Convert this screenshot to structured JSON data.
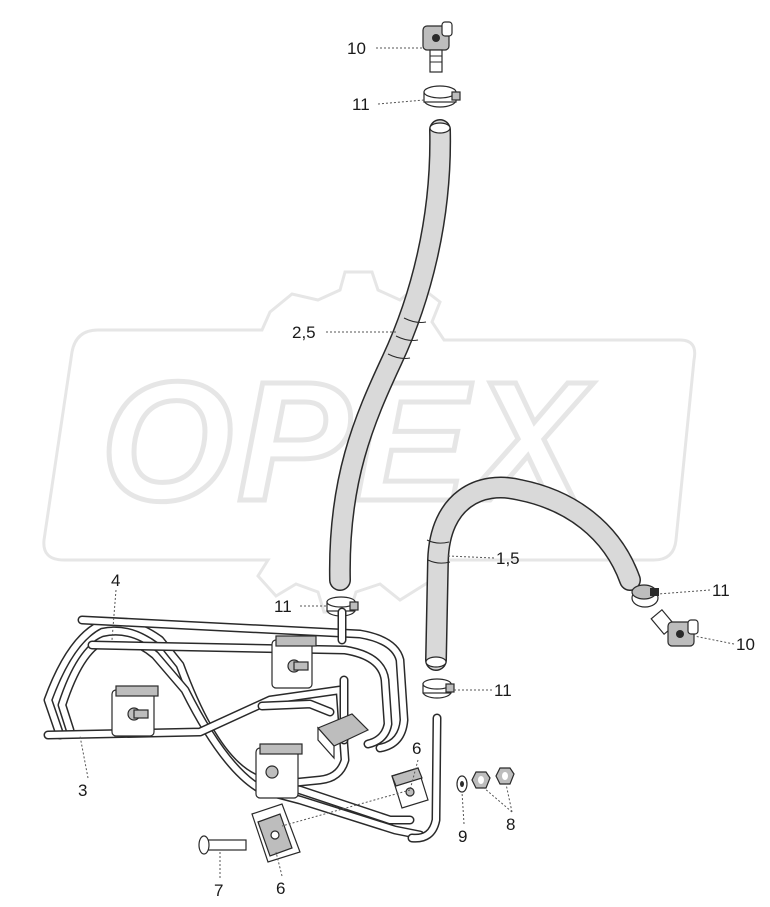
{
  "watermark": {
    "text": "OPEX",
    "color": "#e6e6e6"
  },
  "colors": {
    "line": "#2a2a2a",
    "hose_fill": "#d9d9d9",
    "metal_fill": "#bdbdbd",
    "background": "#ffffff"
  },
  "callouts": [
    {
      "id": "fitting-top",
      "label": "10"
    },
    {
      "id": "clamp-top",
      "label": "11"
    },
    {
      "id": "hose-vertical",
      "label": "2,5"
    },
    {
      "id": "hose-curved",
      "label": "1,5"
    },
    {
      "id": "clamp-right",
      "label": "11"
    },
    {
      "id": "fitting-right",
      "label": "10"
    },
    {
      "id": "clamp-mid",
      "label": "11"
    },
    {
      "id": "clamp-lower",
      "label": "11"
    },
    {
      "id": "pipe-upper",
      "label": "4"
    },
    {
      "id": "pipe-lower",
      "label": "3"
    },
    {
      "id": "bracket-right",
      "label": "6"
    },
    {
      "id": "bracket-bottom",
      "label": "6"
    },
    {
      "id": "washer",
      "label": "9"
    },
    {
      "id": "nuts",
      "label": "8"
    },
    {
      "id": "bolt",
      "label": "7"
    }
  ]
}
